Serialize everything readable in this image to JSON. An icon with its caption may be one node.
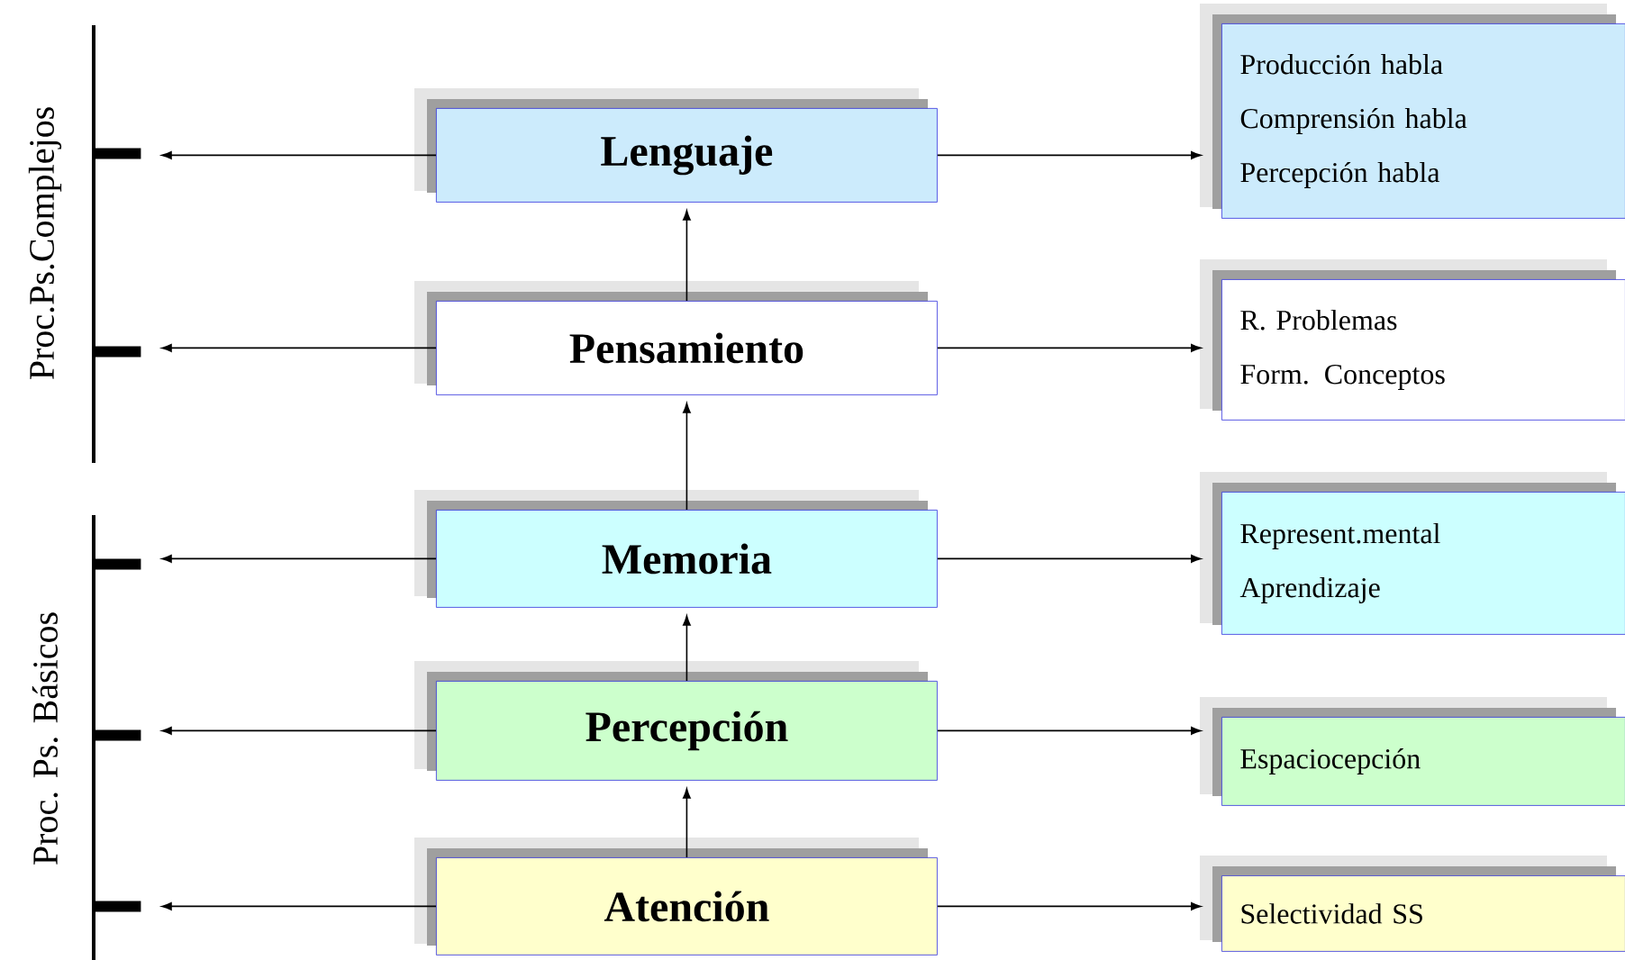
{
  "diagram": {
    "nodes": [
      {
        "text": [
          "Lenguaje"
        ]
      },
      {
        "text": [
          "Pensamiento"
        ]
      },
      {
        "text": [
          "Memoria"
        ]
      },
      {
        "text": [
          "Percepción"
        ]
      },
      {
        "text": [
          "Atención"
        ]
      },
      {
        "text": [
          "Producción habla",
          "Comprensión habla",
          "Percepción habla"
        ]
      },
      {
        "text": [
          "R. Problemas",
          "Form. Conceptos"
        ]
      },
      {
        "text": [
          "Represent.mental",
          "Aprendizaje"
        ]
      },
      {
        "text": [
          "Espaciocepción"
        ]
      },
      {
        "text": [
          "Selectividad SS"
        ]
      },
      {
        "text": [],
        "shape": "bar"
      },
      {
        "text": [],
        "shape": "bar"
      },
      {
        "text": [],
        "shape": "bar"
      },
      {
        "text": [],
        "shape": "bar"
      },
      {
        "text": [],
        "shape": "bar"
      }
    ],
    "edges": [
      {
        "from": 0,
        "to": 5,
        "arrow": "to"
      },
      {
        "from": 1,
        "to": 6,
        "arrow": "to"
      },
      {
        "from": 2,
        "to": 7,
        "arrow": "to"
      },
      {
        "from": 3,
        "to": 8,
        "arrow": "to"
      },
      {
        "from": 4,
        "to": 9,
        "arrow": "to"
      },
      {
        "from": 0,
        "to": 10,
        "arrow": "to"
      },
      {
        "from": 1,
        "to": 11,
        "arrow": "to"
      },
      {
        "from": 2,
        "to": 12,
        "arrow": "to"
      },
      {
        "from": 3,
        "to": 13,
        "arrow": "to"
      },
      {
        "from": 4,
        "to": 14,
        "arrow": "to"
      },
      {
        "from": 4,
        "to": 3,
        "arrow": "to"
      },
      {
        "from": 3,
        "to": 2,
        "arrow": "to"
      },
      {
        "from": 2,
        "to": 1,
        "arrow": "to"
      },
      {
        "from": 1,
        "to": 0,
        "arrow": "to"
      }
    ],
    "labels": [
      "Proc.Ps.Complejos",
      "Proc. Ps. Básicos"
    ]
  }
}
